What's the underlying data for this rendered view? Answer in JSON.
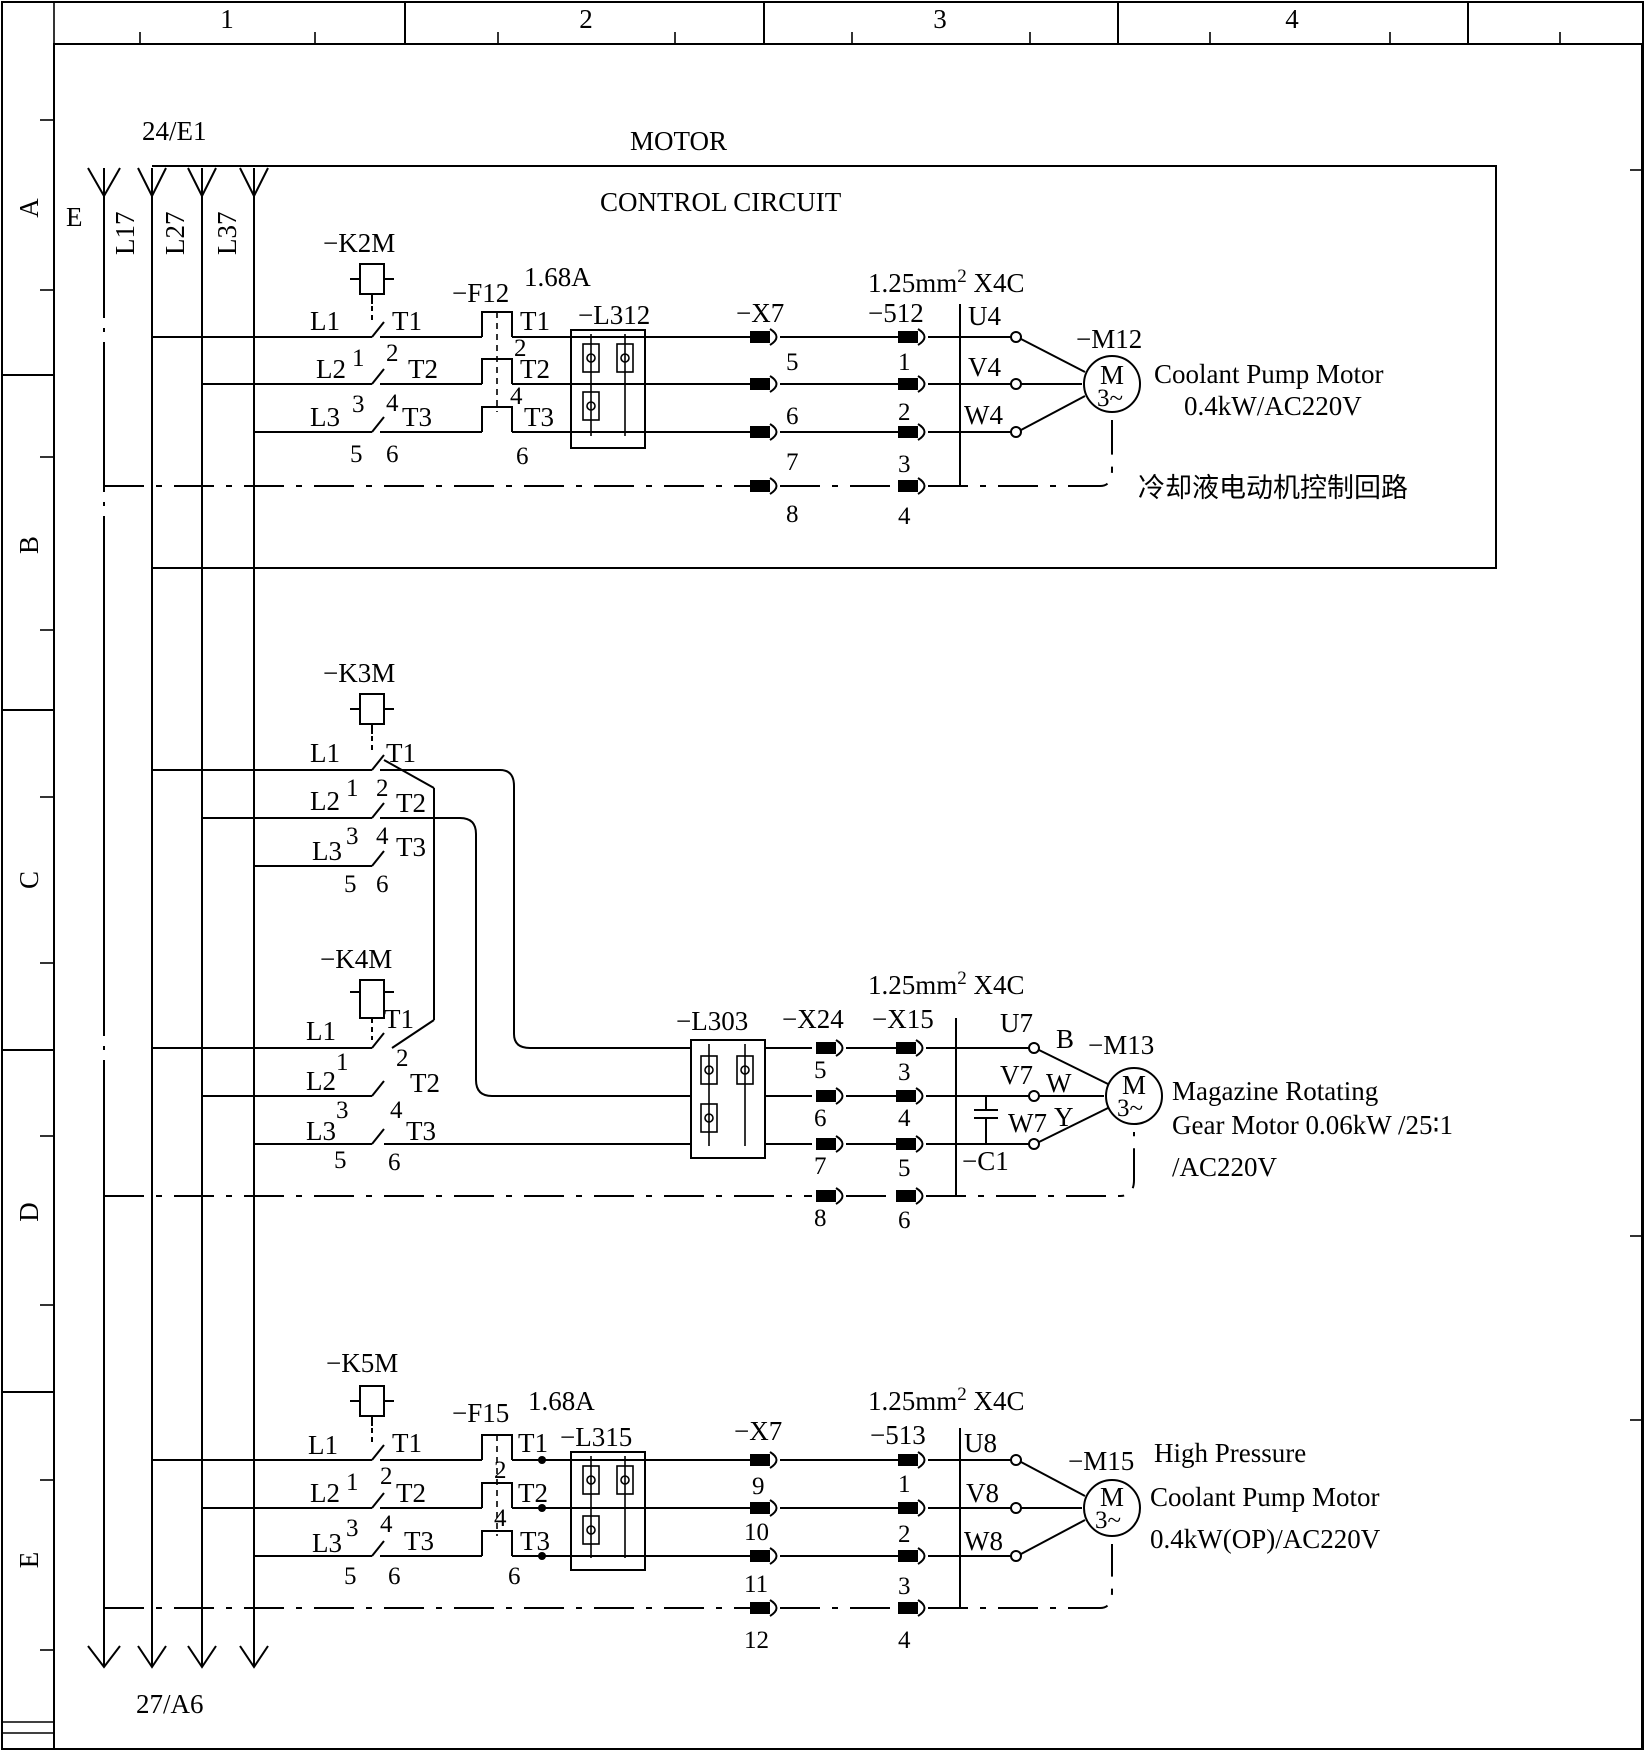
{
  "frame": {
    "columns": [
      "1",
      "2",
      "3",
      "4"
    ],
    "rows": [
      "A",
      "B",
      "C",
      "D",
      "E"
    ]
  },
  "bus": {
    "ref_top": "24/E1",
    "ref_bottom": "27/A6",
    "lines": [
      "E",
      "L17",
      "L27",
      "L37"
    ]
  },
  "box": {
    "title1": "MOTOR",
    "title2": "CONTROL CIRCUIT"
  },
  "circuit1": {
    "contactor": "−K2M",
    "line_terms": [
      "L1",
      "L2",
      "L3"
    ],
    "pins_top": [
      "1",
      "3",
      "5"
    ],
    "pins_bottom": [
      "2",
      "4",
      "6"
    ],
    "load_terms": [
      "T1",
      "T2",
      "T3"
    ],
    "breaker": "−F12",
    "breaker_rating": "1.68A",
    "breaker_terms": [
      "T1",
      "2",
      "T2",
      "4",
      "T3",
      "6"
    ],
    "filter": "−L312",
    "connector": "−X7",
    "connector_pins": [
      "5",
      "6",
      "7",
      "8"
    ],
    "cable_spec": "1.25mm",
    "cable_sup": "2",
    "cable_type": " X4C",
    "cable": "−512",
    "cable_pins": [
      "1",
      "2",
      "3",
      "4"
    ],
    "motor_terms": [
      "U4",
      "V4",
      "W4"
    ],
    "motor": "−M12",
    "motor_letter": "M",
    "motor_phase": "3~",
    "desc1": "Coolant Pump Motor",
    "desc2": "0.4kW/AC220V",
    "desc_cn": "冷却液电动机控制回路"
  },
  "circuit2": {
    "contactor_a": "−K3M",
    "contactor_b": "−K4M",
    "line_terms": [
      "L1",
      "L2",
      "L3"
    ],
    "pins_top": [
      "1",
      "3",
      "5"
    ],
    "pins_bottom": [
      "2",
      "4",
      "6"
    ],
    "load_terms": [
      "T1",
      "T2",
      "T3"
    ],
    "filter": "−L303",
    "connector": "−X24",
    "connector_pins": [
      "5",
      "6",
      "7",
      "8"
    ],
    "cable_spec": "1.25mm",
    "cable_sup": "2",
    "cable_type": " X4C",
    "cable": "−X15",
    "cable_pins": [
      "3",
      "4",
      "5",
      "6"
    ],
    "motor_terms": [
      "U7",
      "V7",
      "W7"
    ],
    "wire_colors": [
      "B",
      "W",
      "Y"
    ],
    "capacitor": "−C1",
    "motor": "−M13",
    "motor_letter": "M",
    "motor_phase": "3~",
    "desc1": "Magazine Rotating",
    "desc2": "Gear Motor 0.06kW /25∶1",
    "desc3": "/AC220V"
  },
  "circuit3": {
    "contactor": "−K5M",
    "line_terms": [
      "L1",
      "L2",
      "L3"
    ],
    "pins_top": [
      "1",
      "3",
      "5"
    ],
    "pins_bottom": [
      "2",
      "4",
      "6"
    ],
    "load_terms": [
      "T1",
      "T2",
      "T3"
    ],
    "breaker": "−F15",
    "breaker_rating": "1.68A",
    "breaker_terms": [
      "T1",
      "2",
      "T2",
      "4",
      "T3",
      "6"
    ],
    "filter": "−L315",
    "connector": "−X7",
    "connector_pins": [
      "9",
      "10",
      "11",
      "12"
    ],
    "cable_spec": "1.25mm",
    "cable_sup": "2",
    "cable_type": " X4C",
    "cable": "−513",
    "cable_pins": [
      "1",
      "2",
      "3",
      "4"
    ],
    "motor_terms": [
      "U8",
      "V8",
      "W8"
    ],
    "motor": "−M15",
    "motor_letter": "M",
    "motor_phase": "3~",
    "desc1": "High Pressure",
    "desc2": "Coolant Pump Motor",
    "desc3": "0.4kW(OP)/AC220V"
  }
}
